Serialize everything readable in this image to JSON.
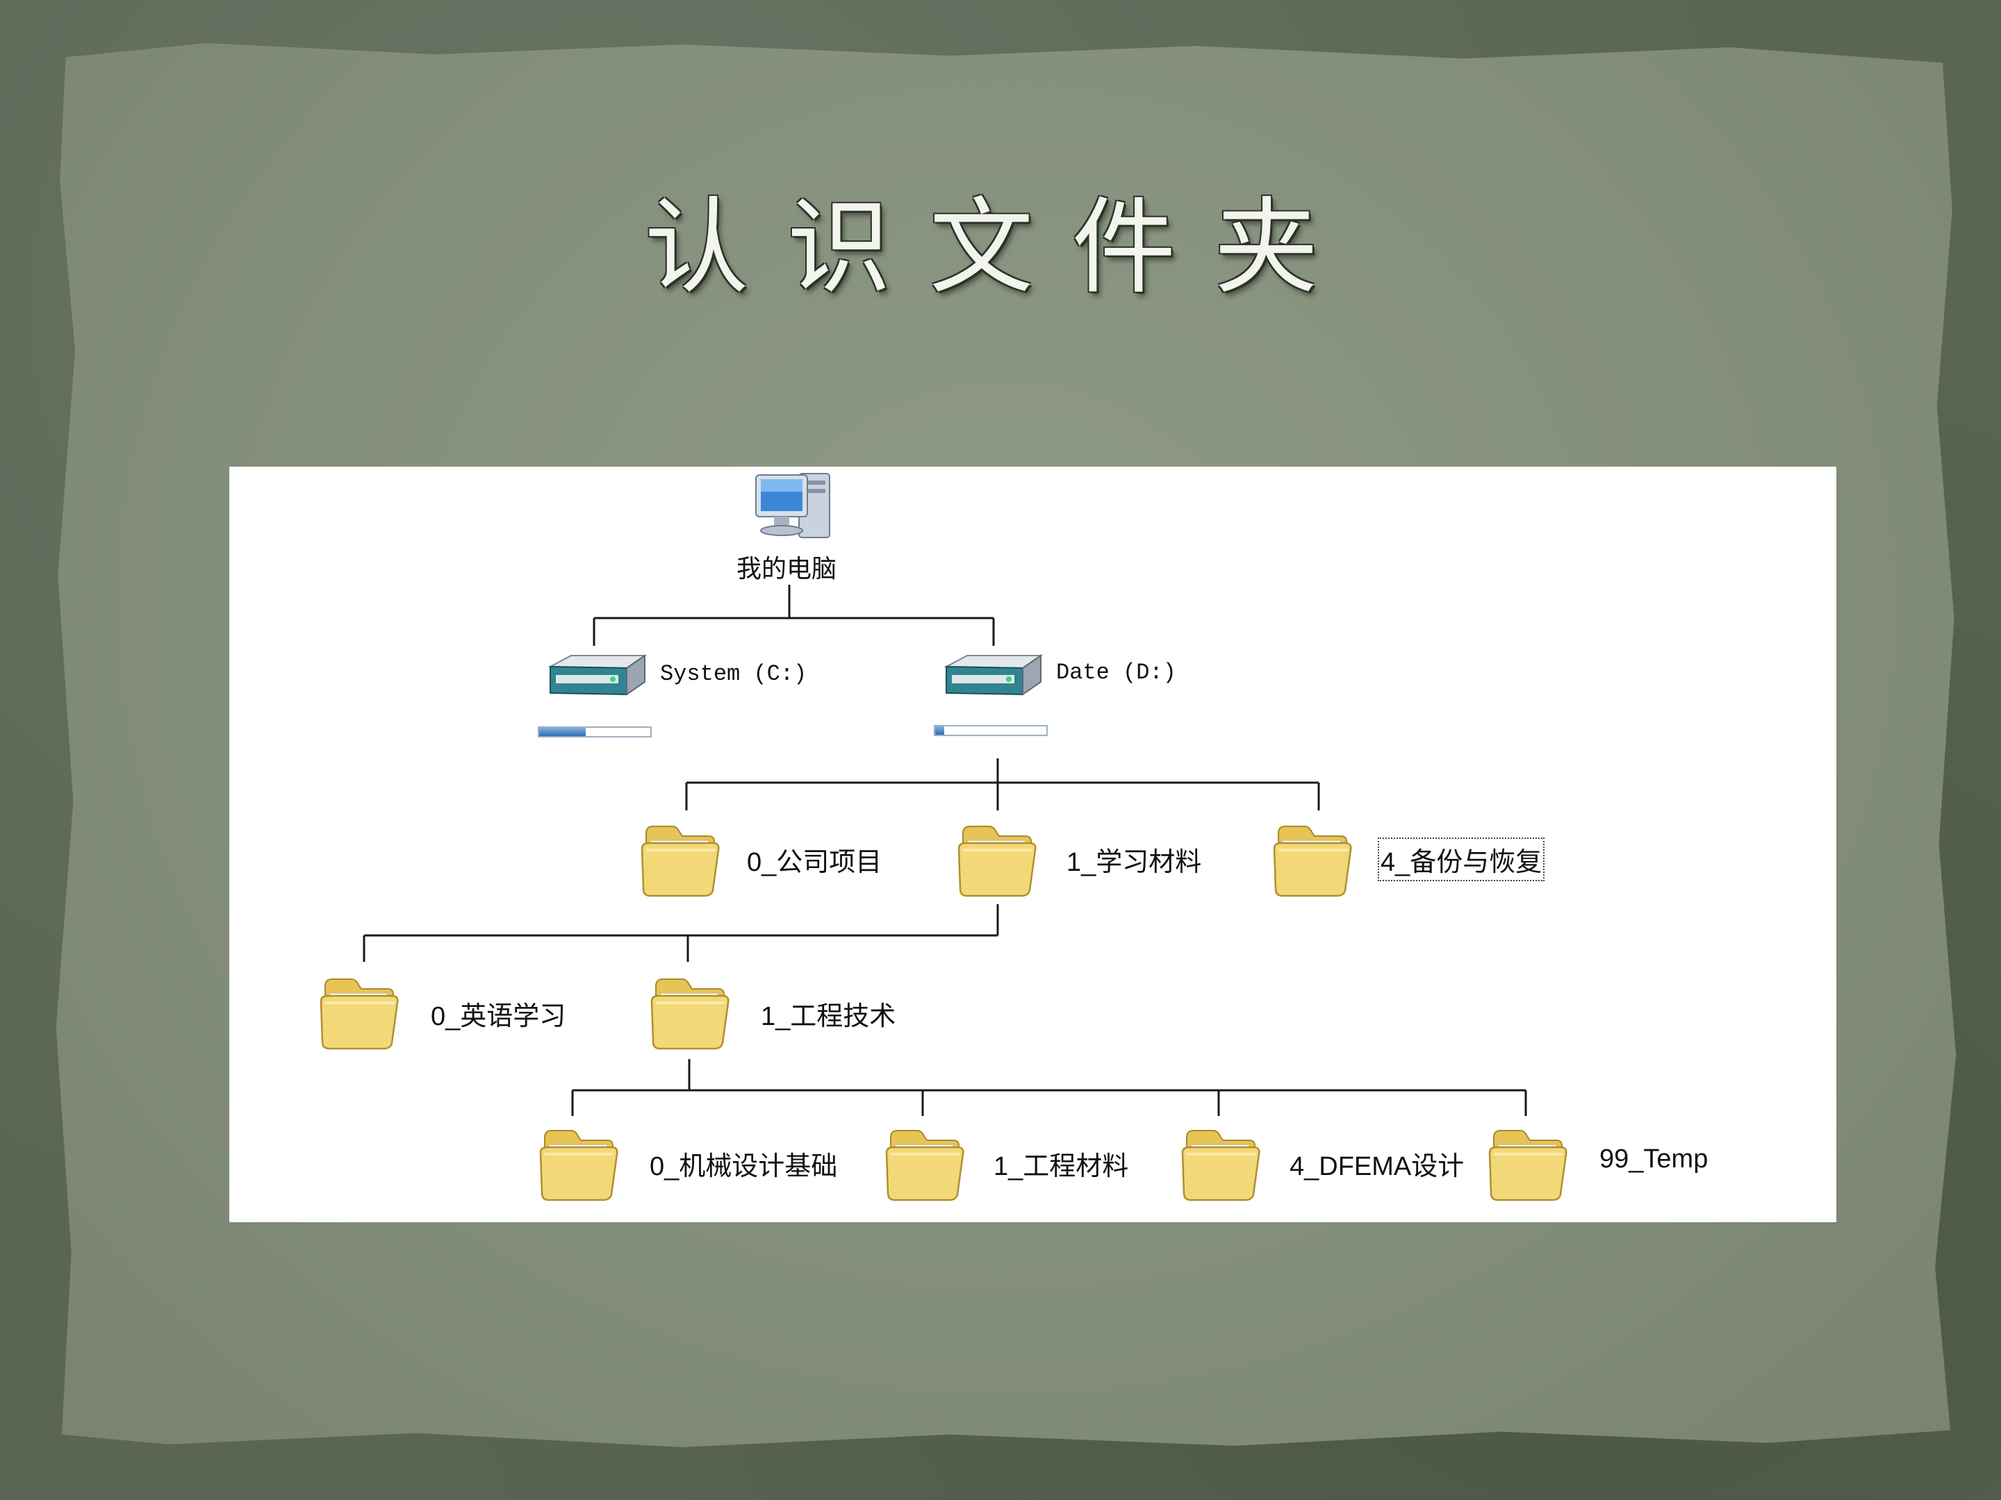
{
  "title": "认识文件夹",
  "root": {
    "label": "我的电脑",
    "icon": "computer-icon"
  },
  "drives": [
    {
      "label": "System (C:)",
      "icon": "hard-drive-icon",
      "usage": 0.42
    },
    {
      "label": "Date (D:)",
      "icon": "hard-drive-icon",
      "usage": 0.08
    }
  ],
  "level1": [
    {
      "label": "0_公司项目",
      "icon": "folder-icon"
    },
    {
      "label": "1_学习材料",
      "icon": "folder-icon"
    },
    {
      "label": "4_备份与恢复",
      "icon": "folder-icon",
      "selected": true
    }
  ],
  "level2": [
    {
      "label": "0_英语学习",
      "icon": "folder-icon"
    },
    {
      "label": "1_工程技术",
      "icon": "folder-icon"
    }
  ],
  "level3": [
    {
      "label": "0_机械设计基础",
      "icon": "folder-icon"
    },
    {
      "label": "1_工程材料",
      "icon": "folder-icon"
    },
    {
      "label": "4_DFEMA设计",
      "icon": "folder-icon"
    },
    {
      "label": "99_Temp",
      "icon": "folder-icon"
    }
  ],
  "colors": {
    "background": "#55604f",
    "paper": "#848f7b",
    "panel": "#ffffff",
    "folder": "#f3d878",
    "drive": "#2e7d8a",
    "connector": "#1a1a1a"
  }
}
